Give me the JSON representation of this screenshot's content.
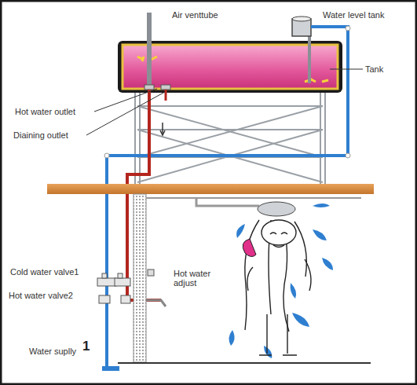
{
  "diagram": {
    "labels": [
      "Air venttube",
      "Water level tank",
      "Tank",
      "Hot water outlet",
      "Diaining outlet",
      "Cold water valve1",
      "Hot water valve2",
      "Hot water adjust",
      "Water suplly",
      "1"
    ]
  }
}
